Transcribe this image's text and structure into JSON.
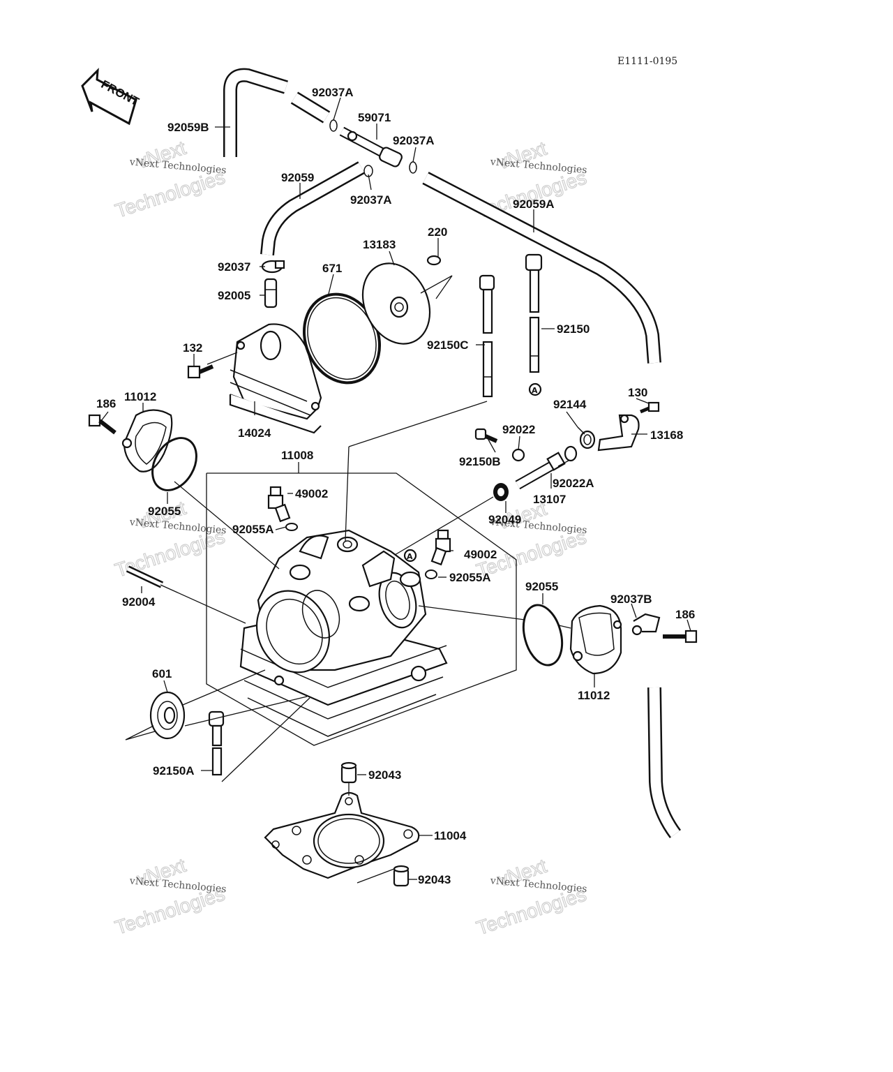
{
  "diagram_code": "E1111-0195",
  "front_label": "FRONT",
  "circle_ref": "A",
  "watermark": {
    "line1": "vNext",
    "line2": "Technologies",
    "caption": "vNext Technologies"
  },
  "parts": {
    "p92037A_1": "92037A",
    "p92059B": "92059B",
    "p59071": "59071",
    "p92037A_2": "92037A",
    "p92059": "92059",
    "p92037A_3": "92037A",
    "p92059A": "92059A",
    "p220": "220",
    "p13183": "13183",
    "p92037": "92037",
    "p671": "671",
    "p92005": "92005",
    "p92150C": "92150C",
    "p92150": "92150",
    "p132": "132",
    "p130": "130",
    "p11012_1": "11012",
    "p186_1": "186",
    "p92144": "92144",
    "p14024": "14024",
    "p92022": "92022",
    "p13168": "13168",
    "p11008": "11008",
    "p92150B": "92150B",
    "p49002_1": "49002",
    "p92022A": "92022A",
    "p13107": "13107",
    "p92055_1": "92055",
    "p92049": "92049",
    "p92055A_1": "92055A",
    "p49002_2": "49002",
    "p92055A_2": "92055A",
    "p92055_2": "92055",
    "p92037B": "92037B",
    "p186_2": "186",
    "p92004": "92004",
    "p601": "601",
    "p11012_2": "11012",
    "p92150A": "92150A",
    "p92043_1": "92043",
    "p11004": "11004",
    "p92043_2": "92043"
  }
}
